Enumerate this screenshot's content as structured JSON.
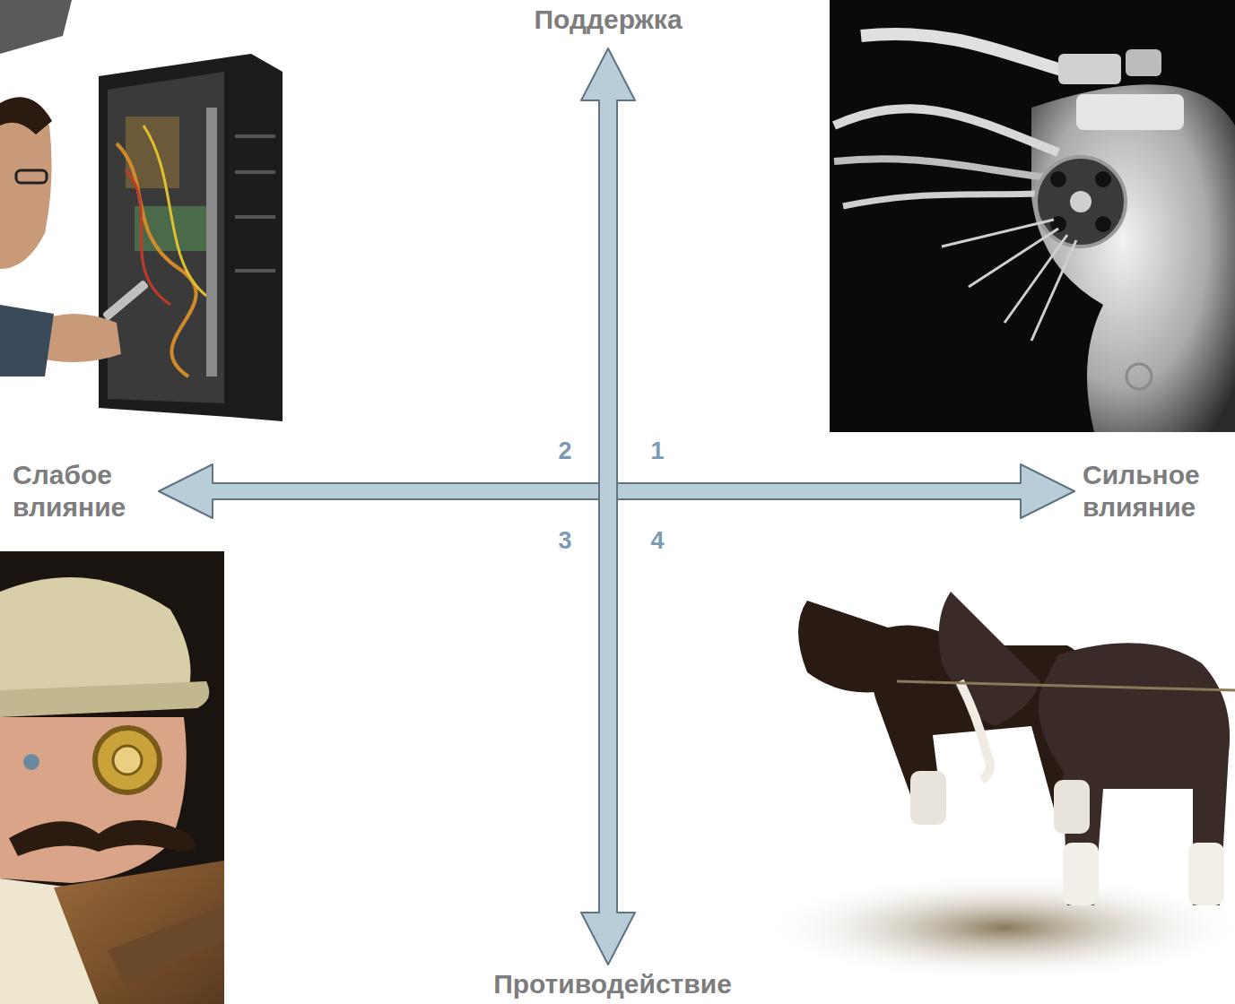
{
  "diagram": {
    "labels": [
      "Поддержка",
      "Слабое влияние",
      "Сильное влияние",
      "Противодействие",
      "2",
      "1",
      "3",
      "4"
    ]
  }
}
